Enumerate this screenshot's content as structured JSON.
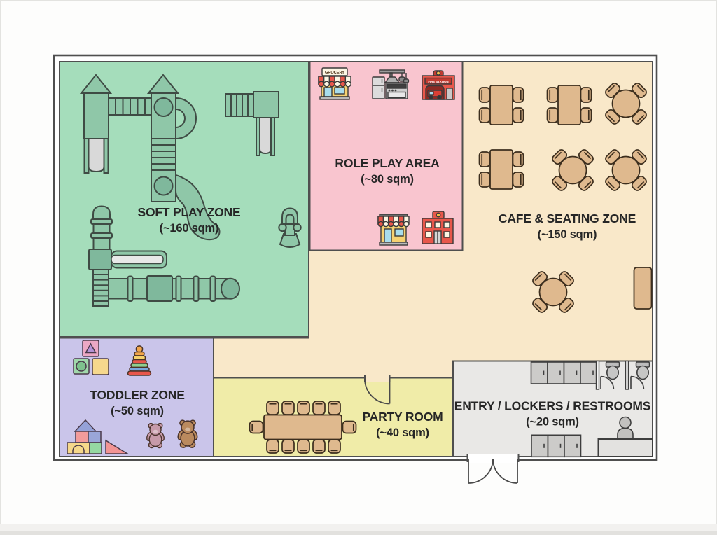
{
  "floor_plan": {
    "zones": {
      "soft_play": {
        "name": "SOFT PLAY ZONE",
        "area": "(~160 sqm)",
        "color": "#a5ddbb"
      },
      "role_play": {
        "name": "ROLE PLAY AREA",
        "area": "(~80 sqm)",
        "color": "#f9c5cf"
      },
      "cafe": {
        "name": "CAFE & SEATING ZONE",
        "area": "(~150 sqm)",
        "color": "#f9e8c9"
      },
      "toddler": {
        "name": "TODDLER ZONE",
        "area": "(~50 sqm)",
        "color": "#cac5ea"
      },
      "party": {
        "name": "PARTY ROOM",
        "area": "(~40 sqm)",
        "color": "#f0eca8"
      },
      "entry": {
        "name": "ENTRY / LOCKERS / RESTROOMS",
        "area": "(~20 sqm)",
        "color": "#e9e8e6"
      }
    },
    "signs": {
      "grocery": "GROCERY",
      "fire_station": "FIRE STATION"
    },
    "colors": {
      "wall": "#4f4f4f",
      "furniture": "#dfb98e",
      "equipment_green": "#8fc7a8",
      "equipment_green_dark": "#7fb89c",
      "outline": "#3f4b44",
      "slide_gray": "#d9d9d9",
      "locker_gray": "#cccbc9"
    }
  }
}
